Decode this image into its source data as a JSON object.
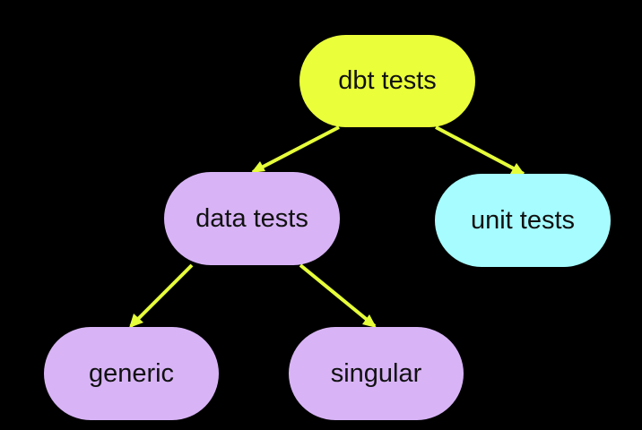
{
  "colors": {
    "background": "#000000",
    "root": "#eaff3a",
    "data_tests": "#d8b4f6",
    "unit_tests": "#a6fcff",
    "leaf": "#d8b4f6",
    "edge": "#e6ff3a"
  },
  "nodes": {
    "root": {
      "label": "dbt tests"
    },
    "data_tests": {
      "label": "data tests"
    },
    "unit_tests": {
      "label": "unit tests"
    },
    "generic": {
      "label": "generic"
    },
    "singular": {
      "label": "singular"
    }
  },
  "edges": [
    {
      "from": "root",
      "to": "data_tests"
    },
    {
      "from": "root",
      "to": "unit_tests"
    },
    {
      "from": "data_tests",
      "to": "generic"
    },
    {
      "from": "data_tests",
      "to": "singular"
    }
  ]
}
